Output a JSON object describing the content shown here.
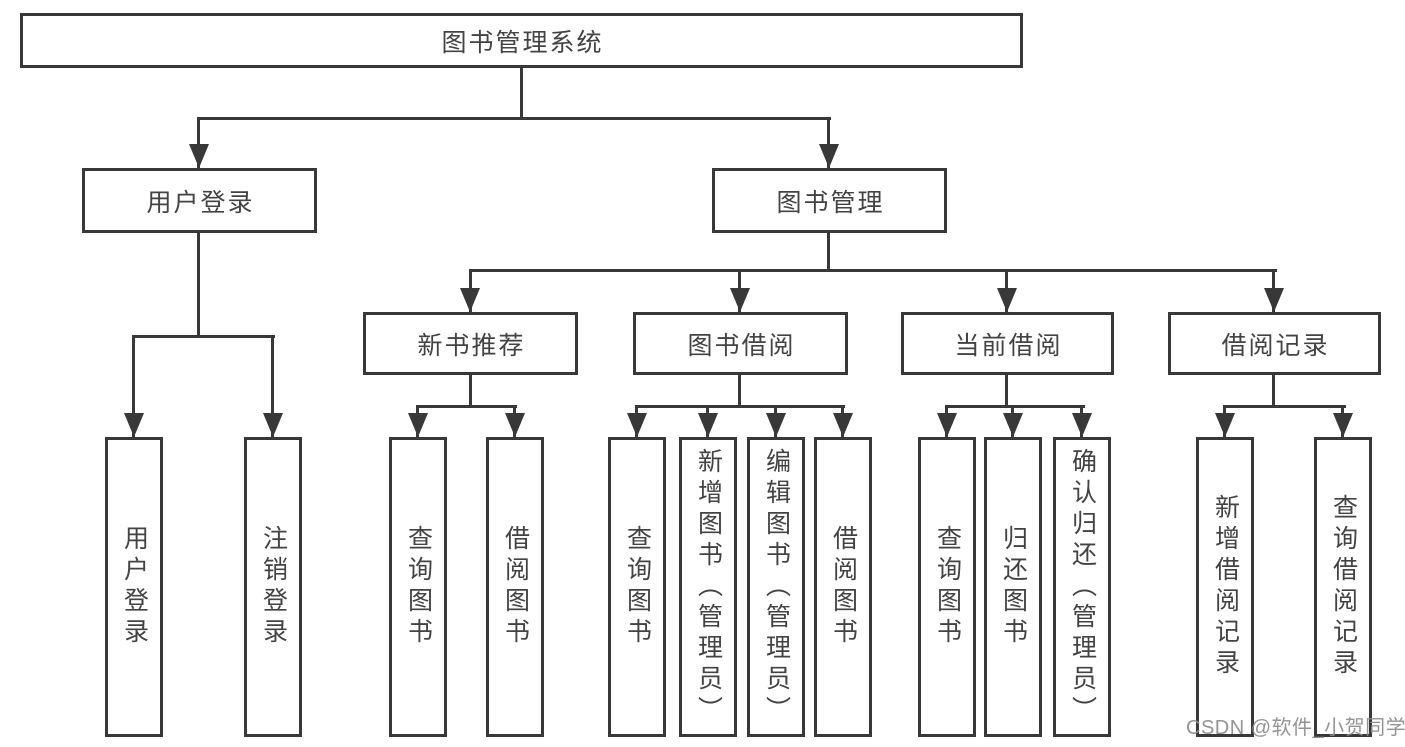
{
  "diagram": {
    "root": {
      "label": "图书管理系统"
    },
    "level1": [
      {
        "label": "用户登录"
      },
      {
        "label": "图书管理"
      }
    ],
    "level2": [
      {
        "label": "新书推荐"
      },
      {
        "label": "图书借阅"
      },
      {
        "label": "当前借阅"
      },
      {
        "label": "借阅记录"
      }
    ],
    "level3": [
      {
        "label": "用户登录"
      },
      {
        "label": "注销登录"
      },
      {
        "label": "查询图书"
      },
      {
        "label": "借阅图书"
      },
      {
        "label": "查询图书"
      },
      {
        "label": "新增图书（管理员）"
      },
      {
        "label": "编辑图书（管理员）"
      },
      {
        "label": "借阅图书"
      },
      {
        "label": "查询图书"
      },
      {
        "label": "归还图书"
      },
      {
        "label": "确认归还（管理员）"
      },
      {
        "label": "新增借阅记录"
      },
      {
        "label": "查询借阅记录"
      }
    ]
  },
  "watermark": "CSDN @软件_小贺同学",
  "colors": {
    "line": "#383838",
    "text": "#434343",
    "watermark": "#8c8c8c",
    "background": "#ffffff"
  }
}
